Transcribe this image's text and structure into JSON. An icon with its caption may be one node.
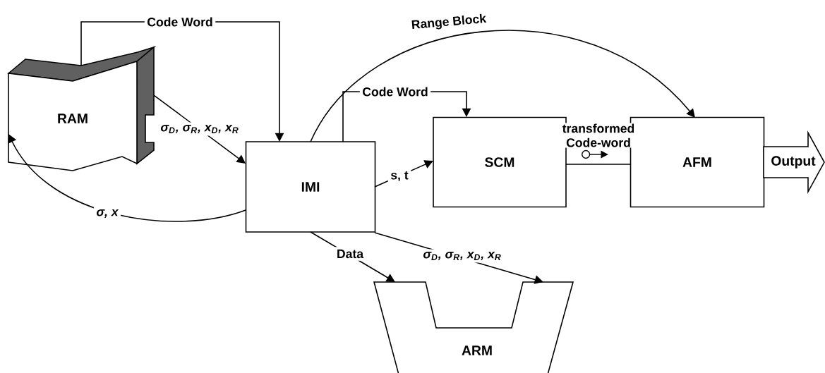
{
  "diagram": {
    "nodes": [
      {
        "text": [
          "RAM"
        ]
      },
      {
        "text": [
          "IMI"
        ]
      },
      {
        "text": [
          "SCM"
        ]
      },
      {
        "text": [
          "AFM"
        ]
      },
      {
        "text": [
          "ARM"
        ]
      },
      {
        "text": [
          "Output"
        ]
      }
    ],
    "edges": [
      {
        "from": 0,
        "to": 1,
        "arrow": "to",
        "label": "Code Word"
      },
      {
        "from": 0,
        "to": 1,
        "arrow": "to",
        "label": "σ$_{D}$, σ$_{R}$, x$_{D}$, x$_{R}$"
      },
      {
        "from": 1,
        "to": 0,
        "arrow": "to",
        "label": "σ, x"
      },
      {
        "from": 1,
        "to": 3,
        "arrow": "to",
        "label": "Range Block"
      },
      {
        "from": 1,
        "to": 2,
        "arrow": "to",
        "label": "Code Word"
      },
      {
        "from": 1,
        "to": 2,
        "arrow": "to",
        "label": "s, t"
      },
      {
        "from": 2,
        "to": 3,
        "arrow": "none",
        "label": "transformed Code-word"
      },
      {
        "from": 1,
        "to": 4,
        "arrow": "to",
        "label": "Data"
      },
      {
        "from": 1,
        "to": 4,
        "arrow": "to",
        "label": "σ$_{D}$, σ$_{R}$, x$_{D}$, x$_{R}$"
      }
    ]
  }
}
